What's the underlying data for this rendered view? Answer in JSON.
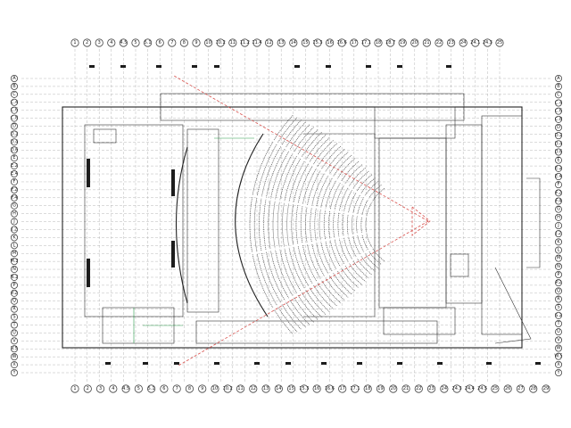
{
  "grid_columns": {
    "top": [
      "1",
      "2",
      "3",
      "4",
      "4.5",
      "5",
      "5.1",
      "6",
      "7",
      "8",
      "9",
      "10",
      "10.2",
      "11",
      "11.2",
      "11.4",
      "12",
      "13",
      "14",
      "15",
      "15.3",
      "16",
      "16.6",
      "17",
      "17.1",
      "18",
      "18.7",
      "19",
      "20",
      "21",
      "22",
      "23",
      "24",
      "24.1",
      "24.3",
      "25"
    ],
    "bottom": [
      "1",
      "2",
      "3",
      "4",
      "4.5",
      "5",
      "5.1",
      "6",
      "7",
      "8",
      "9",
      "10",
      "10.2",
      "11",
      "12",
      "13",
      "14",
      "15",
      "15.3",
      "16",
      "16.6",
      "17",
      "17.1",
      "18",
      "19",
      "20",
      "21",
      "22",
      "23",
      "24",
      "24.3",
      "24.4",
      "24.5",
      "25",
      "26",
      "27",
      "28",
      "29"
    ]
  },
  "grid_rows": {
    "left": [
      "A",
      "B",
      "C",
      "C.4",
      "C.6",
      "C.8",
      "D",
      "D.2",
      "D.4",
      "D.6",
      "E",
      "E.2",
      "E.4",
      "F",
      "F.2",
      "F.4",
      "G",
      "H",
      "J",
      "J.2",
      "K",
      "L",
      "M",
      "M.2",
      "N",
      "N.2",
      "P",
      "P.2",
      "Q",
      "R",
      "S",
      "T",
      "U",
      "V",
      "V.5",
      "W",
      "X",
      "Y"
    ],
    "right": [
      "A",
      "B",
      "C",
      "C.4",
      "C.6",
      "C.8",
      "D",
      "D.2",
      "D.4",
      "D.6",
      "E",
      "E.2",
      "E.4",
      "F",
      "F.2",
      "F.4",
      "G",
      "H",
      "J",
      "J.2",
      "K",
      "L",
      "M",
      "N",
      "P",
      "P.2",
      "Q",
      "R",
      "S",
      "S.2",
      "T",
      "U",
      "V",
      "W",
      "W.5",
      "X",
      "Y"
    ]
  },
  "colors": {
    "linework": "#222222",
    "sightline": "#d9534f",
    "green_annotation": "#2e9e4e",
    "background": "#ffffff"
  }
}
